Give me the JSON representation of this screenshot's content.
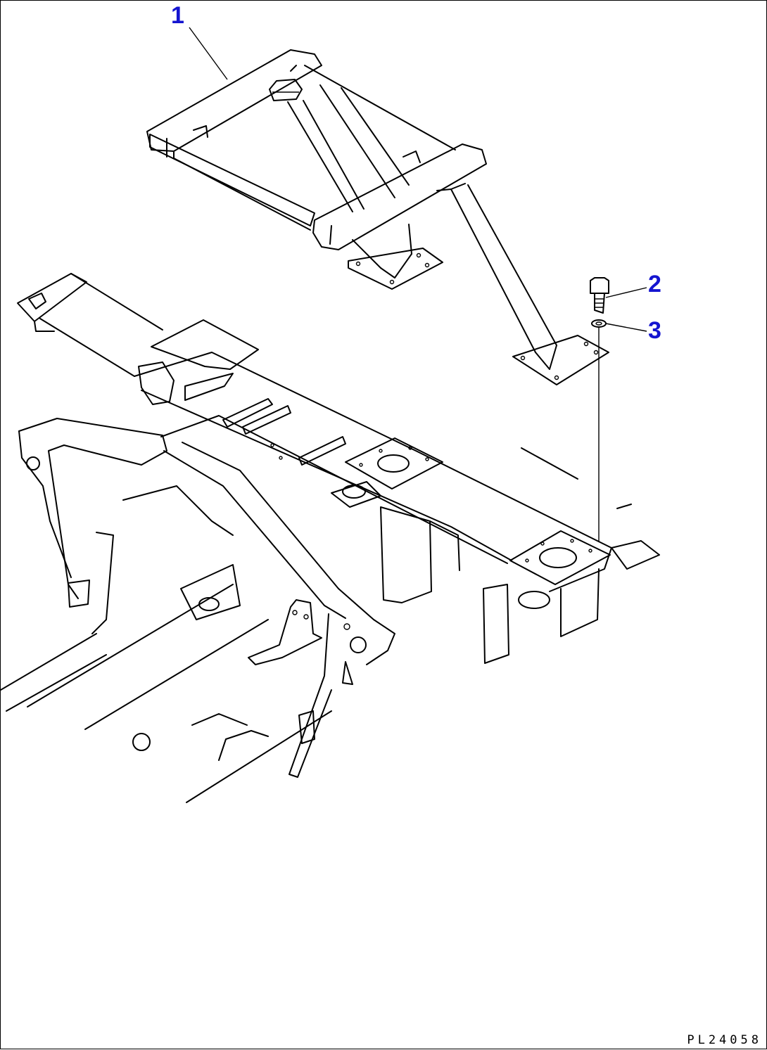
{
  "callouts": [
    {
      "id": "1",
      "label": "1"
    },
    {
      "id": "2",
      "label": "2"
    },
    {
      "id": "3",
      "label": "3"
    }
  ],
  "drawing_code": "PL24058"
}
